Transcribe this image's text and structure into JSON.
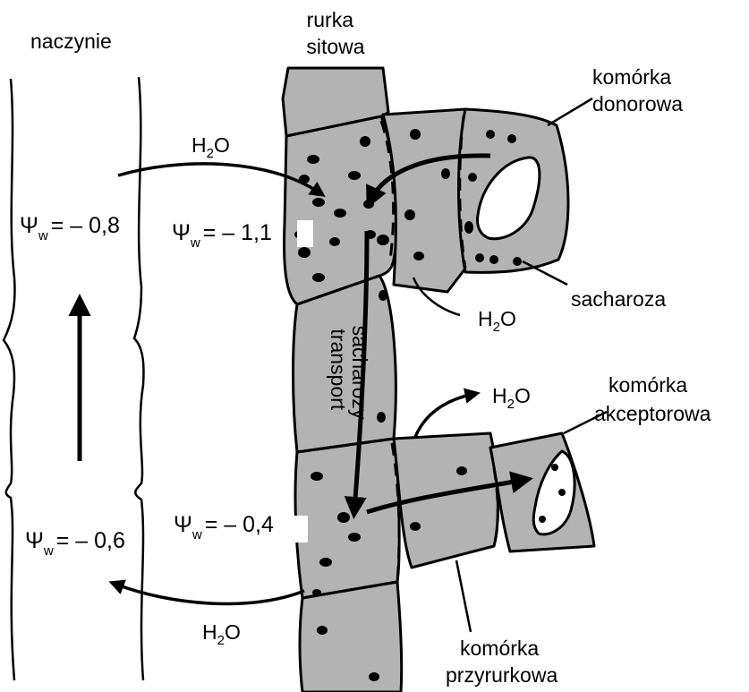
{
  "labels": {
    "vessel": "naczynie",
    "sieve_tube_line1": "rurka",
    "sieve_tube_line2": "sitowa",
    "donor_line1": "komórka",
    "donor_line2": "donorowa",
    "sucrose": "sacharoza",
    "acceptor_line1": "komórka",
    "acceptor_line2": "akceptorowa",
    "companion_line1": "komórka",
    "companion_line2": "przyrurkowa",
    "transport_line1": "transport",
    "transport_line2": "sacharozy"
  },
  "water": {
    "symbol": "H",
    "subscript": "2",
    "suffix": "O"
  },
  "potentials": {
    "symbol": "Ψ",
    "subscript": "w",
    "vessel_upper": "= – 0,8",
    "vessel_lower": "= – 0,6",
    "tube_upper": "= – 1,1",
    "tube_lower": "= – 0,4"
  },
  "colors": {
    "cell_fill": "#b3b3b3",
    "outline": "#000000",
    "background": "#ffffff"
  }
}
